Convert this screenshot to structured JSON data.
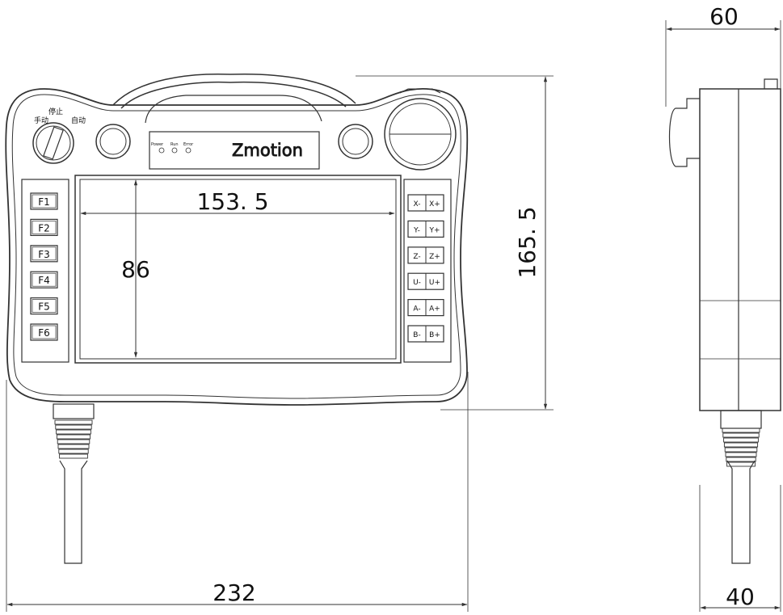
{
  "dimensions": {
    "total_width": "232",
    "total_height": "165. 5",
    "screen_width": "153. 5",
    "screen_height": "86",
    "side_depth_top": "60",
    "side_depth_bottom": "40"
  },
  "mode_switch": {
    "left_label": "手动",
    "top_label": "停止",
    "right_label": "自动"
  },
  "indicators": [
    "Power",
    "Run",
    "Error"
  ],
  "brand": "Zmotion",
  "function_keys": [
    "F1",
    "F2",
    "F3",
    "F4",
    "F5",
    "F6"
  ],
  "axis_keys": [
    {
      "minus": "X-",
      "plus": "X+"
    },
    {
      "minus": "Y-",
      "plus": "Y+"
    },
    {
      "minus": "Z-",
      "plus": "Z+"
    },
    {
      "minus": "U-",
      "plus": "U+"
    },
    {
      "minus": "A-",
      "plus": "A+"
    },
    {
      "minus": "B-",
      "plus": "B+"
    }
  ]
}
